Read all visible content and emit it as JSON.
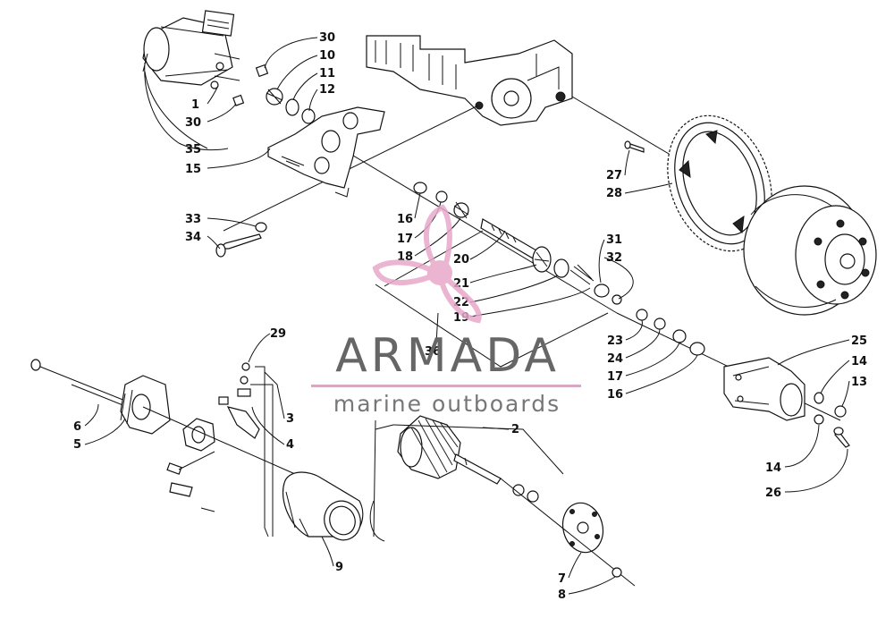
{
  "watermark": {
    "title": "ARMADA",
    "subtitle": "marine outboards"
  },
  "callouts": [
    {
      "id": "c30a",
      "text": "30"
    },
    {
      "id": "c10",
      "text": "10"
    },
    {
      "id": "c11",
      "text": "11"
    },
    {
      "id": "c12",
      "text": "12"
    },
    {
      "id": "c1",
      "text": "1"
    },
    {
      "id": "c30b",
      "text": "30"
    },
    {
      "id": "c35",
      "text": "35"
    },
    {
      "id": "c15",
      "text": "15"
    },
    {
      "id": "c33",
      "text": "33"
    },
    {
      "id": "c34",
      "text": "34"
    },
    {
      "id": "c16a",
      "text": "16"
    },
    {
      "id": "c17a",
      "text": "17"
    },
    {
      "id": "c18",
      "text": "18"
    },
    {
      "id": "c20",
      "text": "20"
    },
    {
      "id": "c21",
      "text": "21"
    },
    {
      "id": "c22",
      "text": "22"
    },
    {
      "id": "c19",
      "text": "19"
    },
    {
      "id": "c31",
      "text": "31"
    },
    {
      "id": "c32",
      "text": "32"
    },
    {
      "id": "c27",
      "text": "27"
    },
    {
      "id": "c28",
      "text": "28"
    },
    {
      "id": "c36",
      "text": "36"
    },
    {
      "id": "c23",
      "text": "23"
    },
    {
      "id": "c24",
      "text": "24"
    },
    {
      "id": "c17b",
      "text": "17"
    },
    {
      "id": "c16b",
      "text": "16"
    },
    {
      "id": "c25",
      "text": "25"
    },
    {
      "id": "c14a",
      "text": "14"
    },
    {
      "id": "c13",
      "text": "13"
    },
    {
      "id": "c14b",
      "text": "14"
    },
    {
      "id": "c26",
      "text": "26"
    },
    {
      "id": "c29",
      "text": "29"
    },
    {
      "id": "c3",
      "text": "3"
    },
    {
      "id": "c4",
      "text": "4"
    },
    {
      "id": "c6",
      "text": "6"
    },
    {
      "id": "c5",
      "text": "5"
    },
    {
      "id": "c2",
      "text": "2"
    },
    {
      "id": "c9",
      "text": "9"
    },
    {
      "id": "c7",
      "text": "7"
    },
    {
      "id": "c8",
      "text": "8"
    }
  ],
  "colors": {
    "line": "#111111",
    "watermark_text": "#666666",
    "watermark_rule": "#d8a7c4",
    "logo_pink": "#e8a9cb"
  }
}
